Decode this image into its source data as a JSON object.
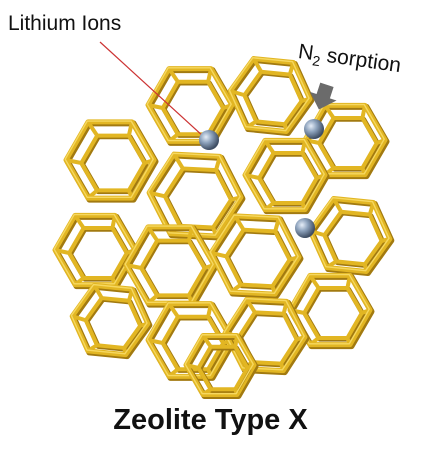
{
  "labels": {
    "lithium_ions": "Lithium Ions",
    "n2_sorption_prefix": "N",
    "n2_sorption_subscript": "2",
    "n2_sorption_suffix": " sorption"
  },
  "caption": "Zeolite Type X",
  "colors": {
    "framework": "#e2b623",
    "framework_dark": "#a27a10",
    "framework_light": "#f6d860",
    "ion": "#7f93ad",
    "arrow": "#6b6b6b",
    "leader_line": "#cc3333"
  },
  "icons": {
    "ion": "sphere",
    "arrow": "down-arrow"
  }
}
